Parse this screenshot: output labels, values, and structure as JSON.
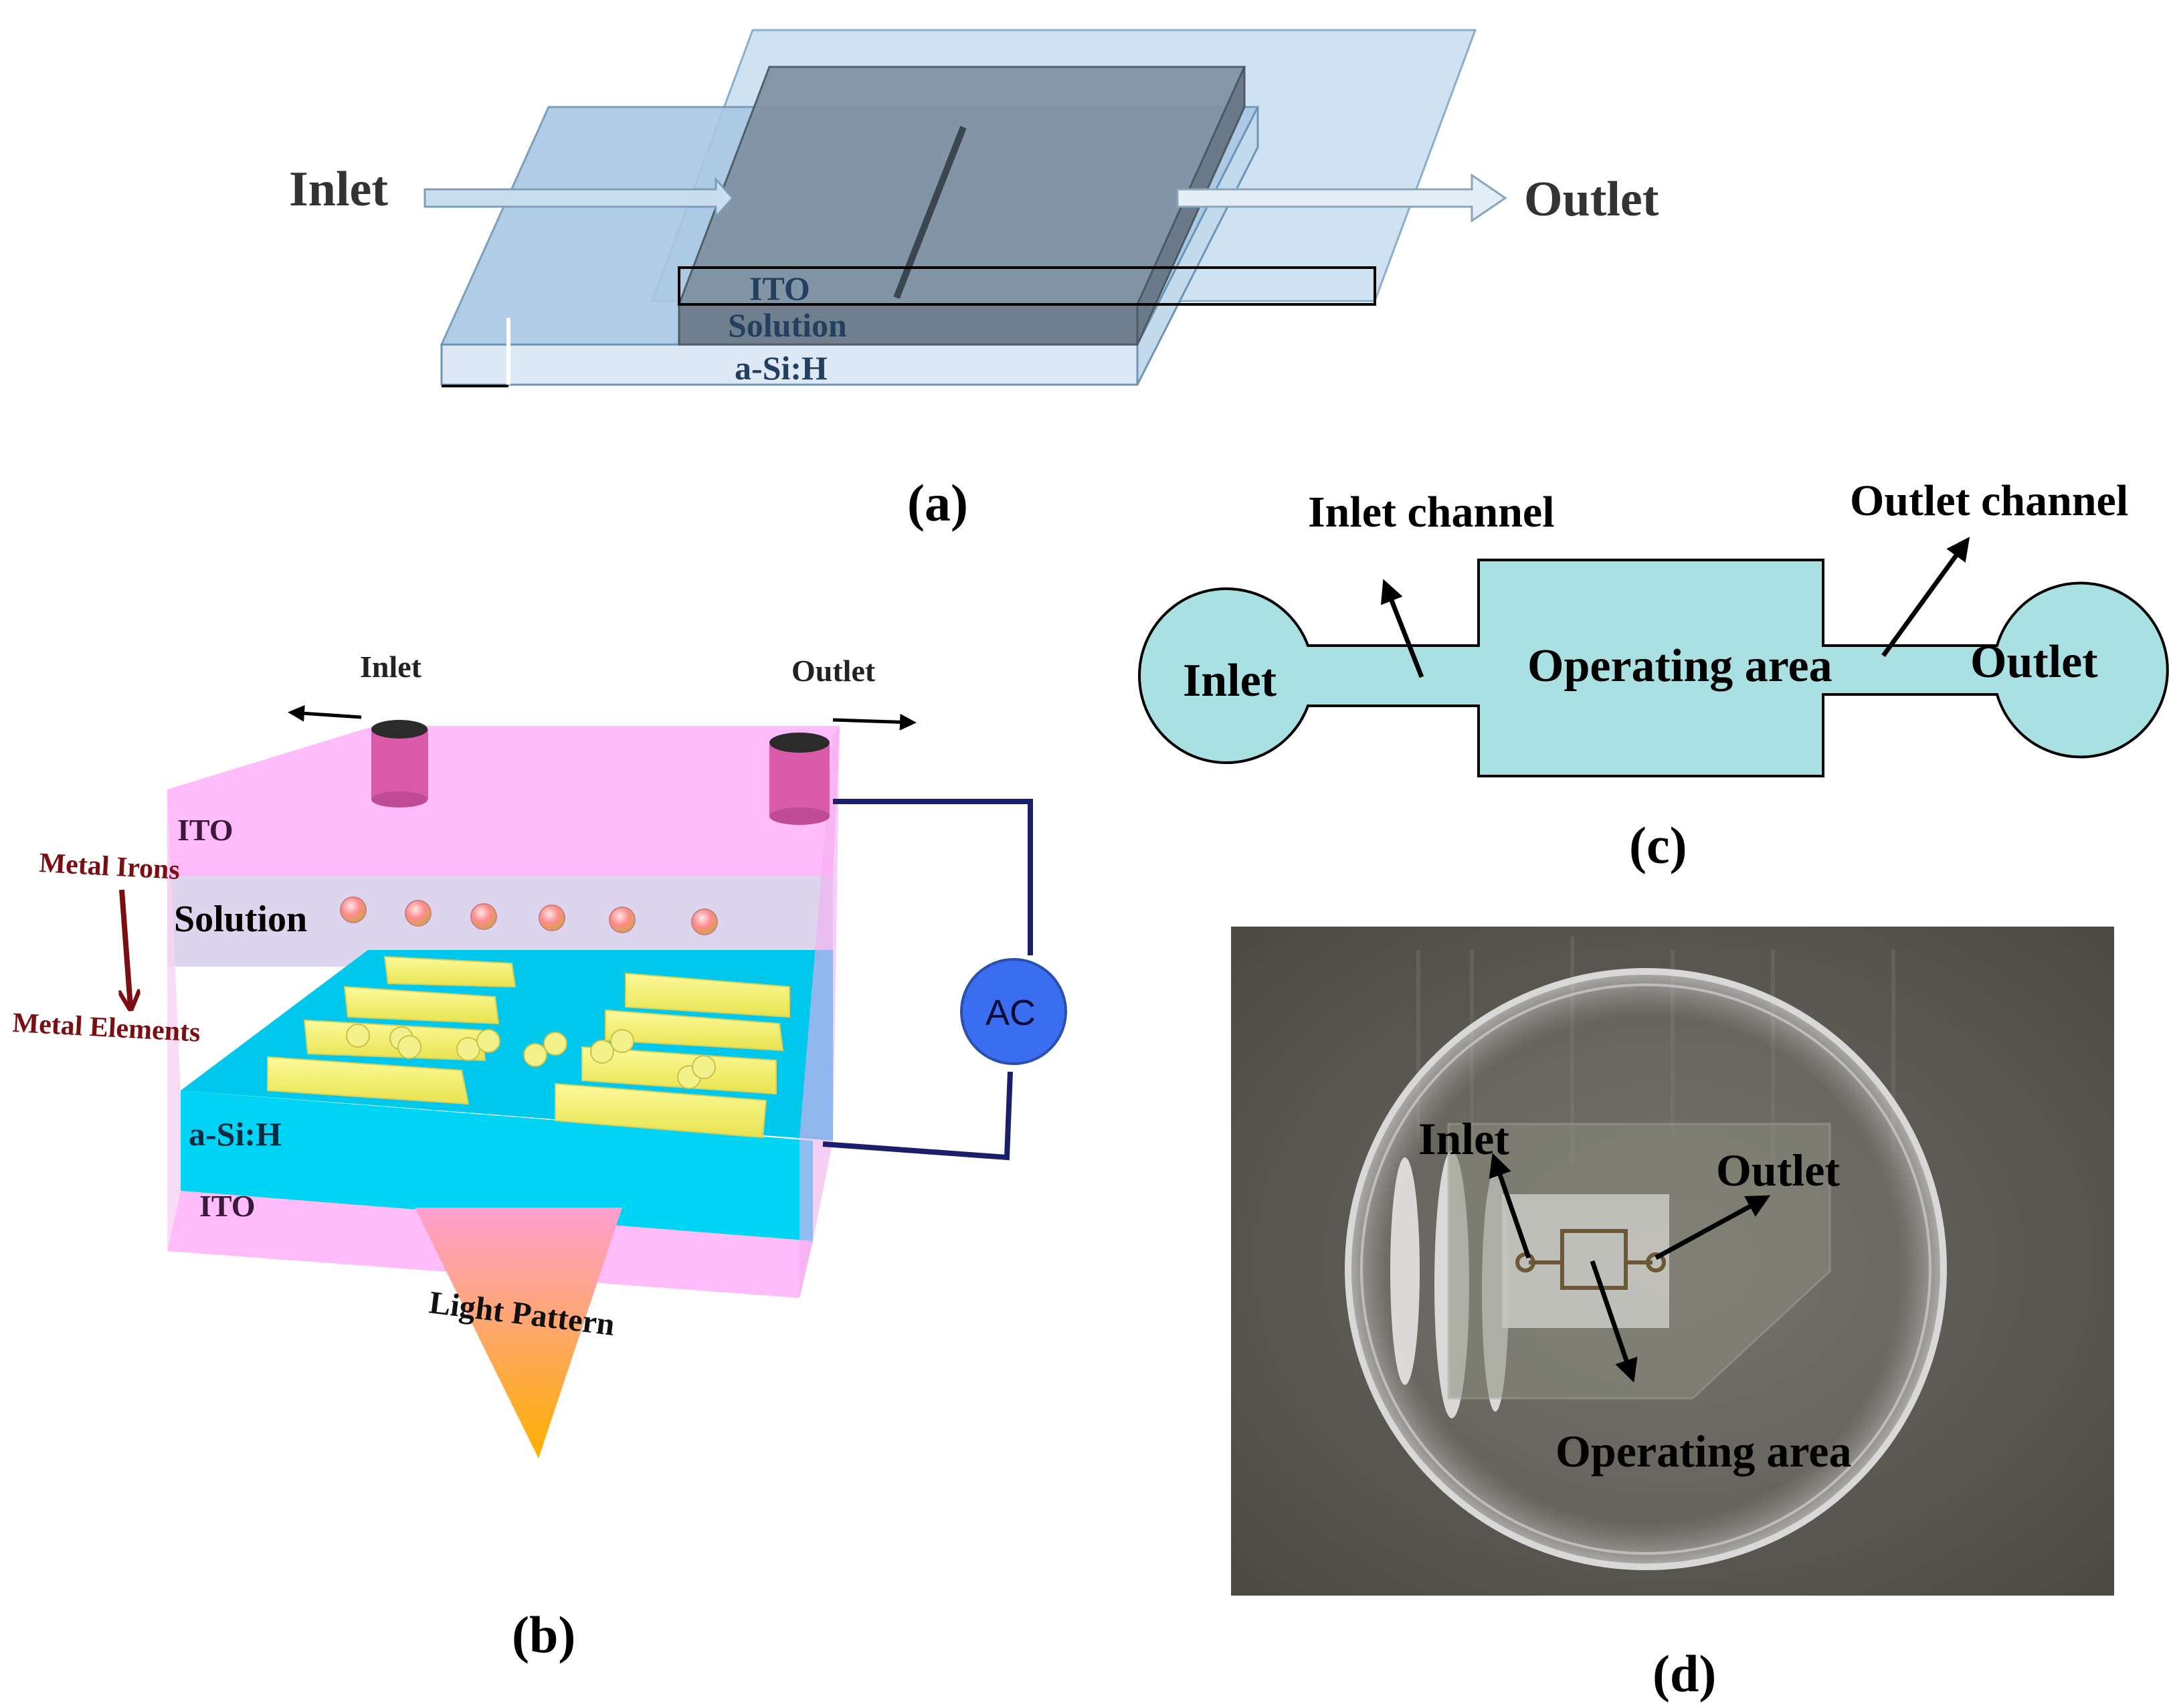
{
  "panel_a": {
    "inlet": "Inlet",
    "outlet": "Outlet",
    "layer_ito": "ITO",
    "layer_solution": "Solution",
    "layer_asih": "a-Si:H",
    "caption": "(a)"
  },
  "panel_b": {
    "inlet": "Inlet",
    "outlet": "Outlet",
    "ito_top": "ITO",
    "solution": "Solution",
    "asih": "a-Si:H",
    "ito_bottom": "ITO",
    "metal_irons": "Metal Irons",
    "metal_elements": "Metal Elements",
    "ac": "AC",
    "light_pattern": "Light Pattern",
    "caption": "(b)"
  },
  "panel_c": {
    "inlet_channel": "Inlet channel",
    "outlet_channel": "Outlet channel",
    "inlet": "Inlet",
    "outlet": "Outlet",
    "operating_area": "Operating area",
    "caption": "(c)"
  },
  "panel_d": {
    "inlet": "Inlet",
    "outlet": "Outlet",
    "operating_area": "Operating area",
    "caption": "(d)"
  },
  "colors": {
    "glass_light": "#c9dff0",
    "glass_blue": "#a9c8e3",
    "solution_gray": "#7f93a3",
    "pink": "#ff9ff5",
    "cyan": "#00d4f5",
    "yellow": "#f6f36a",
    "chamber_teal": "#a9e0e2",
    "ac_blue": "#3a6df0",
    "photo_bg": "#5f5a55"
  }
}
